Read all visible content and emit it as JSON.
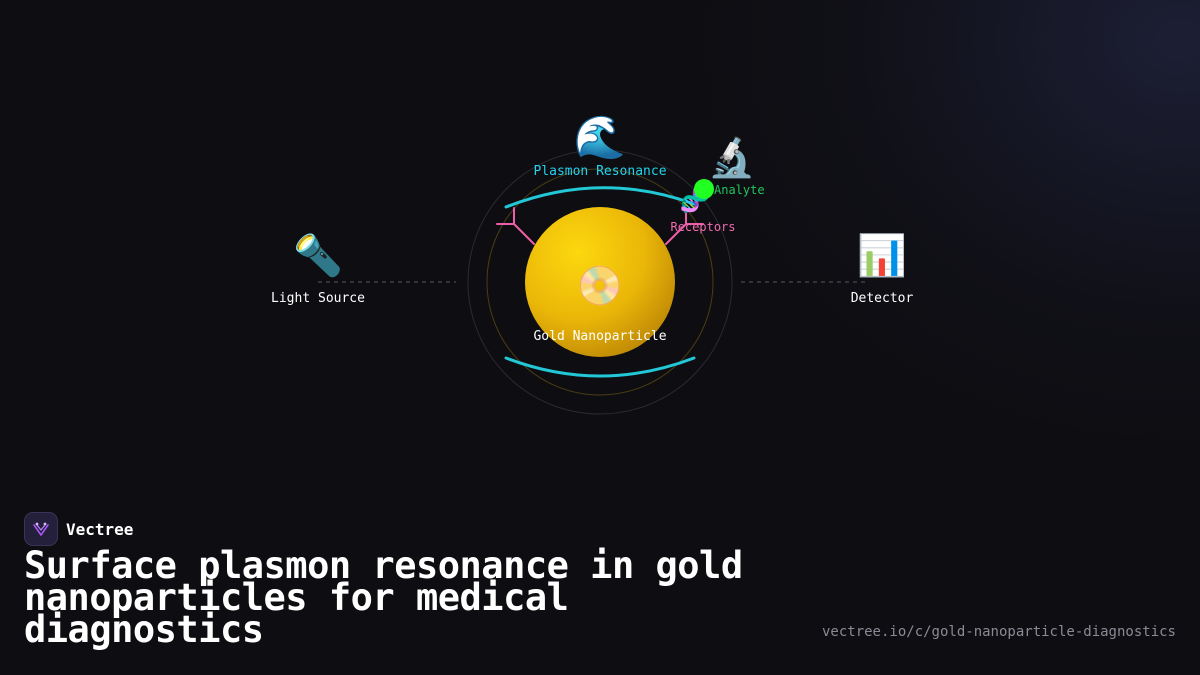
{
  "brand": {
    "name": "Vectree",
    "logo_icon": "vectree-logo-icon"
  },
  "title": "Surface plasmon resonance in gold nanoparticles for medical diagnostics",
  "url": "vectree.io/c/gold-nanoparticle-diagnostics",
  "diagram": {
    "plasmon": {
      "label": "Plasmon Resonance",
      "icon": "🌊",
      "color": "#22d3ee"
    },
    "analyte": {
      "label": "Analyte",
      "icon": "🔬",
      "color": "#22c55e"
    },
    "receptors": {
      "label": "Receptors",
      "icon": "🧬",
      "color": "#f06ab0"
    },
    "light_source": {
      "label": "Light Source",
      "icon": "🔦"
    },
    "detector": {
      "label": "Detector",
      "icon": "📊"
    },
    "nanoparticle": {
      "label": "Gold Nanoparticle",
      "icon": "📀",
      "color": "#f3c20c"
    }
  },
  "colors": {
    "background": "#0e0e12",
    "cyan": "#22d3ee",
    "pink": "#f06ab0",
    "green": "#22ff22",
    "gold": "#f3c20c"
  }
}
